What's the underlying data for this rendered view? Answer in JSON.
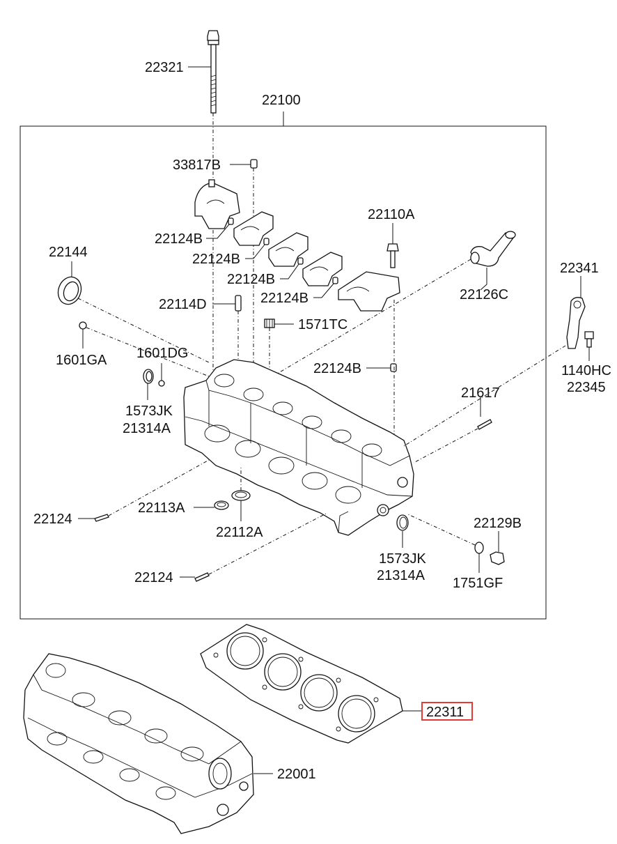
{
  "labels": {
    "l22321": "22321",
    "l22100": "22100",
    "l33817B": "33817B",
    "l22124B_1": "22124B",
    "l22124B_2": "22124B",
    "l22124B_3": "22124B",
    "l22124B_4": "22124B",
    "l22124B_5": "22124B",
    "l22110A": "22110A",
    "l22126C": "22126C",
    "l22144": "22144",
    "l22114D": "22114D",
    "l1571TC": "1571TC",
    "l1601GA": "1601GA",
    "l1601DG": "1601DG",
    "l1573JK_1": "1573JK",
    "l21314A_1": "21314A",
    "l22341": "22341",
    "l1140HC": "1140HC",
    "l22345": "22345",
    "l21617": "21617",
    "l22124_1": "22124",
    "l22113A": "22113A",
    "l22112A": "22112A",
    "l22124_2": "22124",
    "l1573JK_2": "1573JK",
    "l21314A_2": "21314A",
    "l22129B": "22129B",
    "l1751GF": "1751GF",
    "l22311": "22311",
    "l22001": "22001"
  },
  "highlight": {
    "part": "22311",
    "color": "#e53935"
  }
}
